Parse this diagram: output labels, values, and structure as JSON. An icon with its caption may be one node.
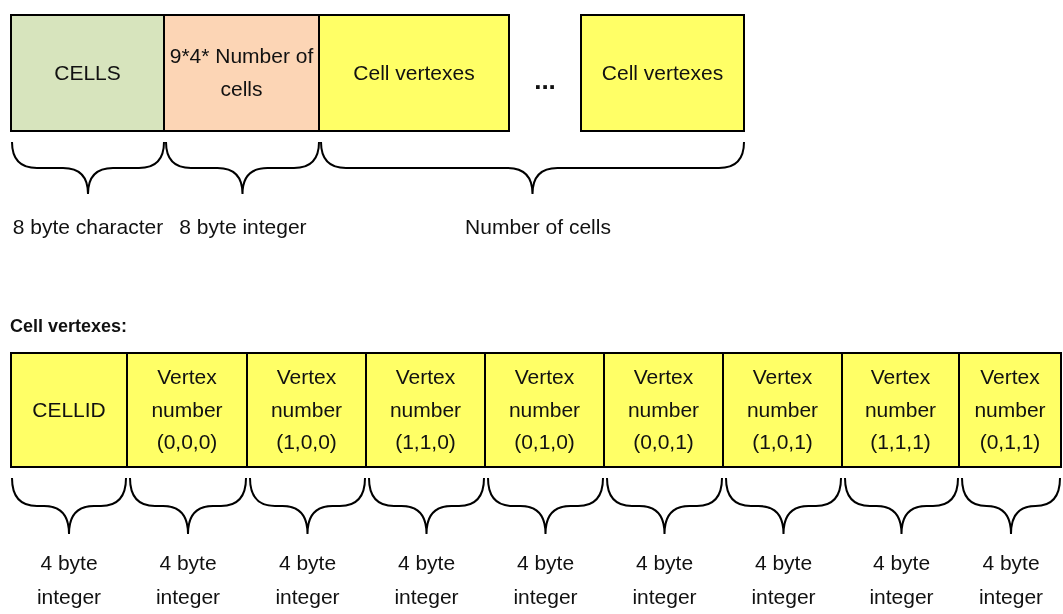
{
  "diagram": {
    "nodes": [
      {
        "text": [
          "CELLS"
        ]
      },
      {
        "text": [
          "9*4* Number of cells"
        ]
      },
      {
        "text": [
          "Cell vertexes"
        ]
      },
      {
        "text": [
          "Cell vertexes"
        ]
      },
      {
        "text": [
          "CELLID"
        ]
      },
      {
        "text": [
          "Vertex number (0,0,0)"
        ]
      },
      {
        "text": [
          "Vertex number (1,0,0)"
        ]
      },
      {
        "text": [
          "Vertex number (1,1,0)"
        ]
      },
      {
        "text": [
          "Vertex number (0,1,0)"
        ]
      },
      {
        "text": [
          "Vertex number (0,0,1)"
        ]
      },
      {
        "text": [
          "Vertex number (1,0,1)"
        ]
      },
      {
        "text": [
          "Vertex number (1,1,1)"
        ]
      },
      {
        "text": [
          "Vertex number (0,1,1)"
        ]
      }
    ],
    "labels": [
      "...",
      "8 byte character",
      "8 byte integer",
      "Number of cells",
      "Cell vertexes:",
      "4 byte integer",
      "4 byte integer",
      "4 byte integer",
      "4 byte integer",
      "4 byte integer",
      "4 byte integer",
      "4 byte integer",
      "4 byte integer",
      "4 byte integer"
    ]
  }
}
